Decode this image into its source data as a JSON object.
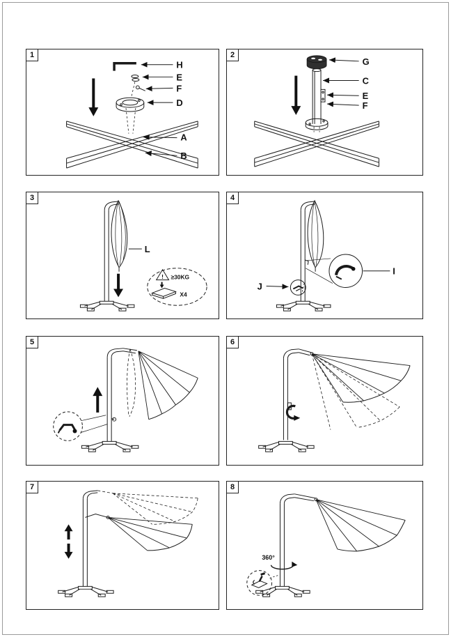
{
  "sheet": {
    "background": "#ffffff",
    "line_color": "#1a1a1a"
  },
  "panels": [
    {
      "number": "1",
      "parts": {
        "h": "H",
        "e": "E",
        "f": "F",
        "d": "D",
        "a": "A",
        "b": "B"
      }
    },
    {
      "number": "2",
      "parts": {
        "g": "G",
        "c": "C",
        "e": "E",
        "f": "F"
      }
    },
    {
      "number": "3",
      "parts": {
        "l": "L"
      },
      "inset": {
        "warning": "!",
        "weight": "≥30KG",
        "quantity": "X4"
      }
    },
    {
      "number": "4",
      "parts": {
        "i": "I",
        "j": "J"
      }
    },
    {
      "number": "5"
    },
    {
      "number": "6"
    },
    {
      "number": "7"
    },
    {
      "number": "8",
      "rotation": "360°"
    }
  ]
}
